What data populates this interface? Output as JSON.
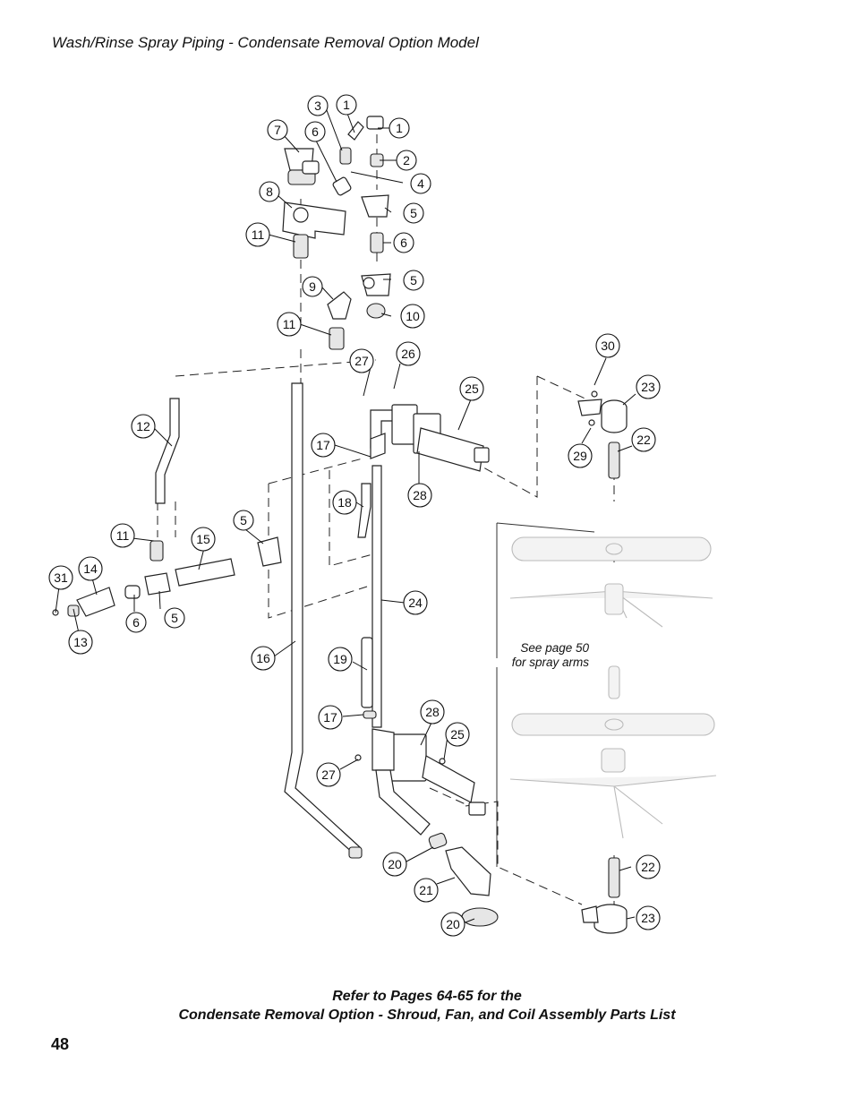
{
  "header": {
    "title": "Wash/Rinse Spray Piping - Condensate Removal Option Model"
  },
  "callouts": [
    {
      "label": "3"
    },
    {
      "label": "1"
    },
    {
      "label": "1"
    },
    {
      "label": "7"
    },
    {
      "label": "6"
    },
    {
      "label": "2"
    },
    {
      "label": "4"
    },
    {
      "label": "8"
    },
    {
      "label": "5"
    },
    {
      "label": "11"
    },
    {
      "label": "6"
    },
    {
      "label": "5"
    },
    {
      "label": "9"
    },
    {
      "label": "10"
    },
    {
      "label": "11"
    },
    {
      "label": "30"
    },
    {
      "label": "27"
    },
    {
      "label": "26"
    },
    {
      "label": "25"
    },
    {
      "label": "23"
    },
    {
      "label": "12"
    },
    {
      "label": "22"
    },
    {
      "label": "29"
    },
    {
      "label": "17"
    },
    {
      "label": "28"
    },
    {
      "label": "18"
    },
    {
      "label": "5"
    },
    {
      "label": "11"
    },
    {
      "label": "15"
    },
    {
      "label": "14"
    },
    {
      "label": "31"
    },
    {
      "label": "6"
    },
    {
      "label": "5"
    },
    {
      "label": "24"
    },
    {
      "label": "13"
    },
    {
      "label": "16"
    },
    {
      "label": "19"
    },
    {
      "label": "17"
    },
    {
      "label": "28"
    },
    {
      "label": "25"
    },
    {
      "label": "27"
    },
    {
      "label": "22"
    },
    {
      "label": "20"
    },
    {
      "label": "21"
    },
    {
      "label": "23"
    },
    {
      "label": "20"
    }
  ],
  "note": {
    "line1": "See page 50",
    "line2": "for spray arms"
  },
  "footer": {
    "line1": "Refer to Pages 64-65 for the",
    "line2": "Condensate Removal Option - Shroud, Fan, and Coil Assembly Parts List"
  },
  "page_number": "48"
}
